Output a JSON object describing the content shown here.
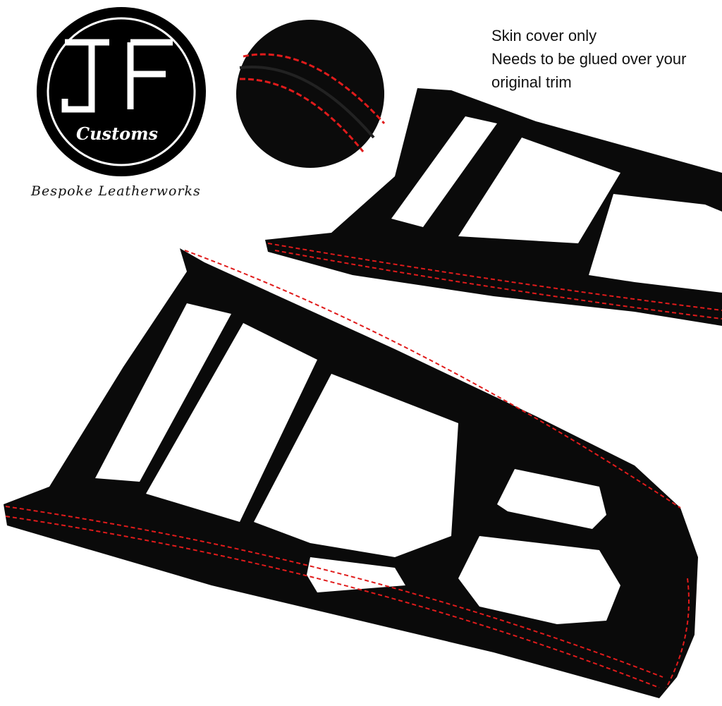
{
  "logo": {
    "monogram": "JF",
    "brand": "Customs",
    "tagline": "Bespoke Leatherworks"
  },
  "note": {
    "lines": [
      "Skin cover only",
      "Needs to be glued over your",
      "original trim"
    ]
  },
  "colors": {
    "material": "#0a0a0a",
    "stitching": "#e01b1b",
    "background": "#ffffff"
  },
  "icons": [
    "stitching-detail-circle",
    "logo-badge"
  ]
}
